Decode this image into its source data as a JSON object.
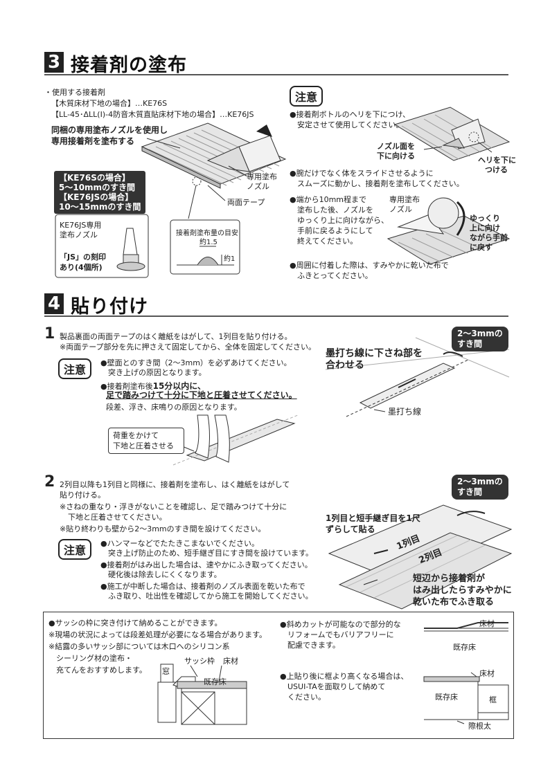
{
  "sec3": {
    "num": "3",
    "title": "接着剤の塗布",
    "adhesive_head": "・使用する接着剤",
    "adhesive1": "【木質床材下地の場合】…KE76S",
    "adhesive2": "【LL-45･ΔLL(Ⅰ)-4防音木質直貼床材下地の場合】…KE76JS",
    "nozzle_note1": "同梱の専用塗布ノズルを使用し",
    "nozzle_note2": "専用接着剤を塗布する",
    "gap1": "【KE76Sの場合】",
    "gap2": "5～10mmのすき間",
    "gap3": "【KE76JSの場合】",
    "gap4": "10～15mmのすき間",
    "nozzle_label1": "専用塗布",
    "nozzle_label2": "ノズル",
    "tape_label": "両面テープ",
    "js_title1": "KE76JS専用",
    "js_title2": "塗布ノズル",
    "js_mark1": "「JS」の刻印",
    "js_mark2": "あり(4個所)",
    "guide_title": "接着剤塗布量の目安",
    "dim1": "約1.5",
    "dim2": "約1",
    "caution": "注意",
    "c1a": "●接着剤ボトルのヘリを下につけ、",
    "c1b": "　安定させて使用してください。",
    "c1_lbl1": "ノズル面を",
    "c1_lbl2": "下に向ける",
    "c1_lbl3": "ヘリを下に",
    "c1_lbl4": "つける",
    "c2a": "●腕だけでなく体をスライドさせるように",
    "c2b": "　スムーズに動かし、接着剤を塗布してください。",
    "c3a": "●端から10mm程まで",
    "c3b": "　塗布した後、ノズルを",
    "c3c": "　ゆっくり上に向けながら、",
    "c3d": "　手前に戻るようにして",
    "c3e": "　終えてください。",
    "c3_lbl1": "専用塗布",
    "c3_lbl2": "ノズル",
    "c3_r1": "ゆっくり",
    "c3_r2": "上に向け",
    "c3_r3": "ながら手前",
    "c3_r4": "に戻す",
    "c4a": "●周囲に付着した際は、すみやかに乾いた布で",
    "c4b": "　ふきとってください。"
  },
  "sec4": {
    "num": "4",
    "title": "貼り付け",
    "s1": "1",
    "s1a": "製品裏面の両面テープのはく離紙をはがして、1列目を貼り付ける。",
    "s1b": "※両面テープ部分を先に押さえて固定してから、全体を固定してください。",
    "s1_caution": "注意",
    "s1_c1": "●壁面とのすき間（2～3mm）を必ずあけてください。",
    "s1_c1b": "　突き上げの原因となります。",
    "s1_c2a": "●接着剤塗布後",
    "s1_c2b": "15分以内に、",
    "s1_c2c": "足で踏みつけて十分に下地と圧着させてください。",
    "s1_c2d": "段差、浮き、床鳴りの原因となります。",
    "s1_load1": "荷重をかけて",
    "s1_load2": "下地と圧着させる",
    "s1_gap1": "2～3mmの",
    "s1_gap2": "すき間",
    "s1_chalk1": "墨打ち線に下さね部を",
    "s1_chalk2": "合わせる",
    "s1_chalkline": "墨打ち線",
    "s2": "2",
    "s2a": "2列目以降も1列目と同様に、接着剤を塗布し、はく離紙をはがして",
    "s2b": "貼り付ける。",
    "s2c": "※さねの重なり・浮きがないことを確認し、足で踏みつけて十分に",
    "s2d": "下地と圧着させてください。",
    "s2e": "※貼り終わりも壁から2～3mmのすき間を設けてください。",
    "s2_caution": "注意",
    "s2_c1a": "●ハンマーなどでたたきこまないでください。",
    "s2_c1b": "　突き上げ防止のため、短手継ぎ目にすき間を設けています。",
    "s2_c2a": "●接着剤がはみ出した場合は、速やかにふき取ってください。",
    "s2_c2b": "　硬化後は除去しにくくなります。",
    "s2_c3a": "●施工が中断した場合は、接着剤のノズル表面を乾いた布で",
    "s2_c3b": "　ふき取り、吐出性を確認してから施工を開始してください。",
    "s2_gap1": "2～3mmの",
    "s2_gap2": "すき間",
    "s2_shift1": "1列目と短手継ぎ目を1尺",
    "s2_shift2": "ずらして貼る",
    "row1": "1列目",
    "row2": "2列目",
    "s2_wipe1": "短辺から接着剤が",
    "s2_wipe2": "はみ出したらすみやかに",
    "s2_wipe3": "乾いた布でふき取る"
  },
  "box": {
    "l1": "●サッシの枠に突き付けて納めることができます。",
    "l2": "※現場の状況によっては段差処理が必要になる場合があります。",
    "l3": "※結露の多いサッシ部については木口へのシリコン系",
    "l4": "　シーリング材の塗布・",
    "l5": "　充てんをおすすめします。",
    "window": "窓",
    "sash": "サッシ枠",
    "floor": "床材",
    "existing": "既存床",
    "r1a": "●斜めカットが可能なので部分的な",
    "r1b": "　リフォームでもバリアフリーに",
    "r1c": "　配慮できます。",
    "r_floor": "床材",
    "r_existing": "既存床",
    "r2a": "●上貼り後に框より高くなる場合は、",
    "r2b": "　USUI-TAを面取りして納めて",
    "r2c": "　ください。",
    "r2_floor": "床材",
    "r2_existing": "既存床",
    "frame": "框",
    "baseboard": "際根太"
  }
}
